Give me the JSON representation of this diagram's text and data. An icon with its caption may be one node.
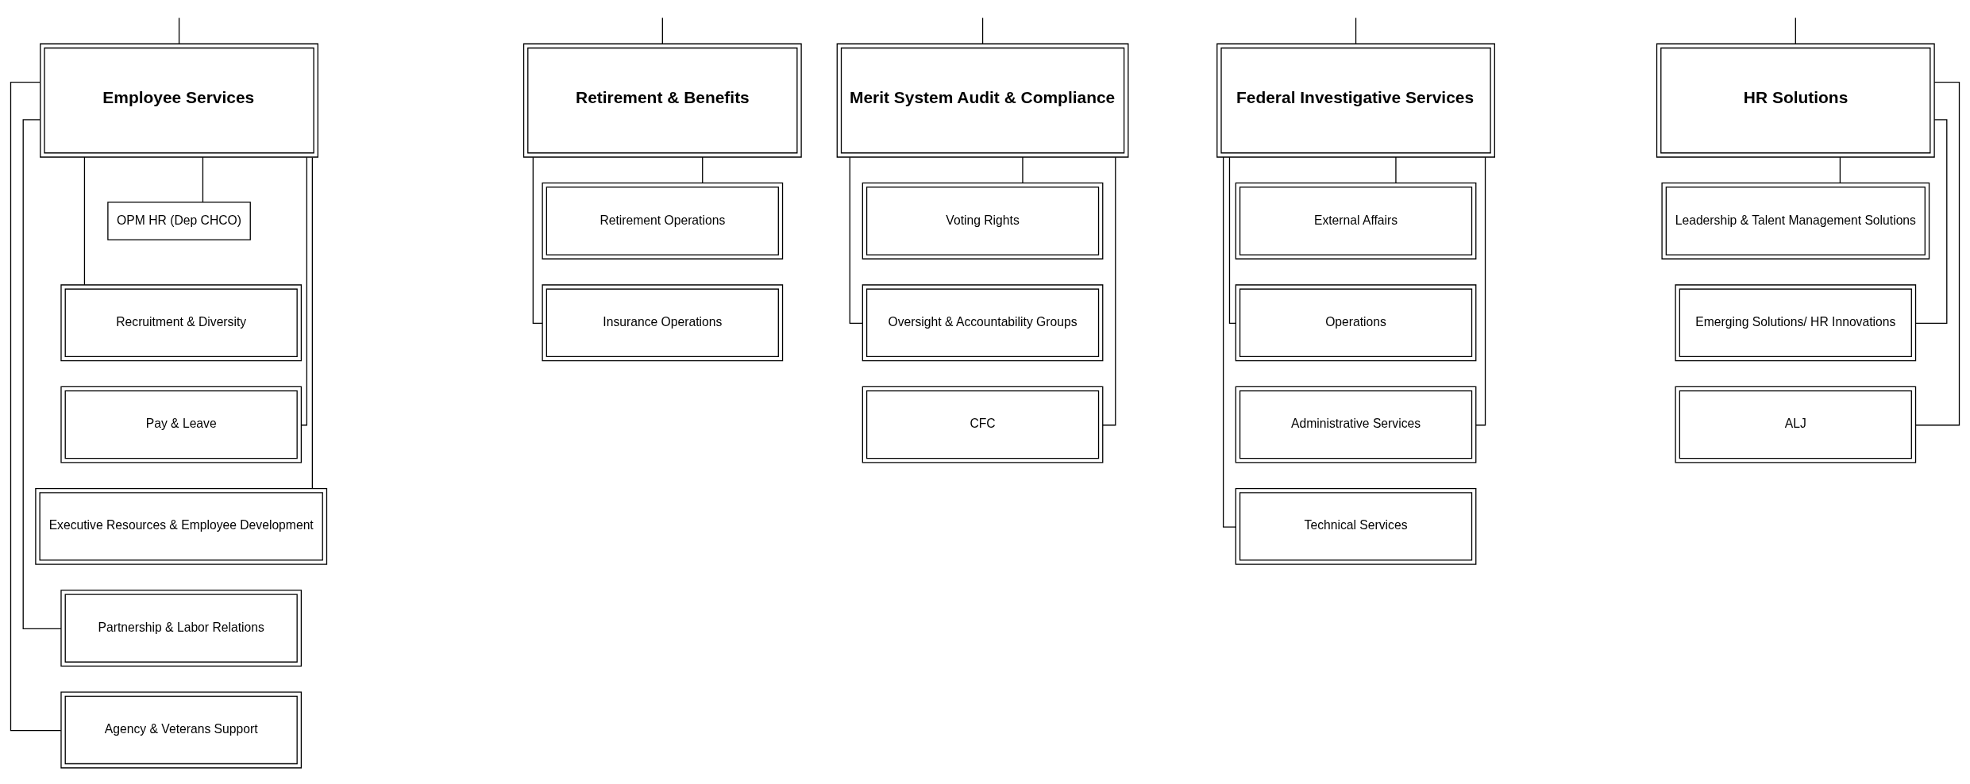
{
  "diagram": {
    "nodes": [
      {
        "text": [
          "Employee Services"
        ]
      },
      {
        "text": [
          "OPM HR (Dep CHCO)"
        ]
      },
      {
        "text": [
          "Recruitment & Diversity"
        ]
      },
      {
        "text": [
          "Pay & Leave"
        ]
      },
      {
        "text": [
          "Executive Resources & Employee Development"
        ]
      },
      {
        "text": [
          "Partnership & Labor Relations"
        ]
      },
      {
        "text": [
          "Agency & Veterans Support"
        ]
      },
      {
        "text": [
          "Retirement & Benefits"
        ]
      },
      {
        "text": [
          "Retirement Operations"
        ]
      },
      {
        "text": [
          "Insurance Operations"
        ]
      },
      {
        "text": [
          "Merit System Audit & Compliance"
        ]
      },
      {
        "text": [
          "Voting Rights"
        ]
      },
      {
        "text": [
          "Oversight & Accountability Groups"
        ]
      },
      {
        "text": [
          "CFC"
        ]
      },
      {
        "text": [
          "Federal Investigative Services"
        ]
      },
      {
        "text": [
          "External Affairs"
        ]
      },
      {
        "text": [
          "Operations"
        ]
      },
      {
        "text": [
          "Administrative Services"
        ]
      },
      {
        "text": [
          "Technical Services"
        ]
      },
      {
        "text": [
          "HR Solutions"
        ]
      },
      {
        "text": [
          "Leadership & Talent Management Solutions"
        ]
      },
      {
        "text": [
          "Emerging Solutions/ HR Innovations"
        ]
      },
      {
        "text": [
          "ALJ"
        ]
      }
    ],
    "edges": [
      {
        "from": null,
        "to": 0,
        "arrow": "none"
      },
      {
        "from": null,
        "to": 7,
        "arrow": "none"
      },
      {
        "from": null,
        "to": 10,
        "arrow": "none"
      },
      {
        "from": null,
        "to": 14,
        "arrow": "none"
      },
      {
        "from": null,
        "to": 19,
        "arrow": "none"
      },
      {
        "from": 0,
        "to": 1,
        "arrow": "none"
      },
      {
        "from": 0,
        "to": 2,
        "arrow": "none"
      },
      {
        "from": 0,
        "to": 3,
        "arrow": "none"
      },
      {
        "from": 0,
        "to": 4,
        "arrow": "none"
      },
      {
        "from": 0,
        "to": 5,
        "arrow": "none"
      },
      {
        "from": 0,
        "to": 6,
        "arrow": "none"
      },
      {
        "from": 7,
        "to": 8,
        "arrow": "none"
      },
      {
        "from": 7,
        "to": 9,
        "arrow": "none"
      },
      {
        "from": 10,
        "to": 11,
        "arrow": "none"
      },
      {
        "from": 10,
        "to": 12,
        "arrow": "none"
      },
      {
        "from": 10,
        "to": 13,
        "arrow": "none"
      },
      {
        "from": 14,
        "to": 15,
        "arrow": "none"
      },
      {
        "from": 14,
        "to": 16,
        "arrow": "none"
      },
      {
        "from": 14,
        "to": 17,
        "arrow": "none"
      },
      {
        "from": 14,
        "to": 18,
        "arrow": "none"
      },
      {
        "from": 19,
        "to": 20,
        "arrow": "none"
      },
      {
        "from": 19,
        "to": 21,
        "arrow": "none"
      },
      {
        "from": 19,
        "to": 22,
        "arrow": "none"
      }
    ]
  }
}
